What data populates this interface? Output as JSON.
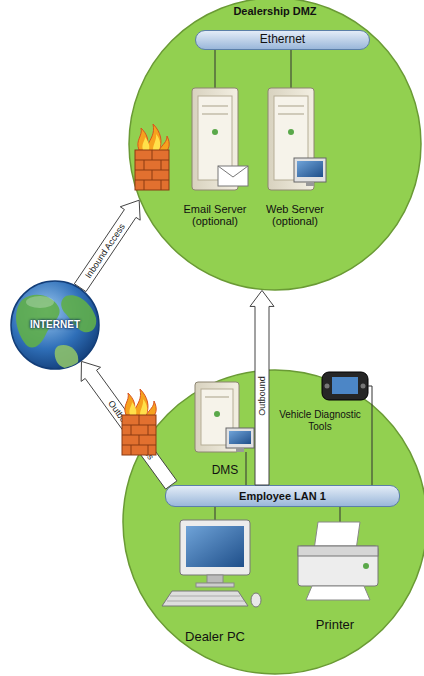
{
  "diagram": {
    "nodes": [
      {
        "text": [
          "Dealership DMZ"
        ]
      },
      {
        "text": [
          "Ethernet"
        ],
        "in": 0
      },
      {
        "text": [
          "Email Server (optional)"
        ],
        "in": 0
      },
      {
        "text": [
          "Web Server (optional)"
        ],
        "in": 0
      },
      {
        "text": [
          "INTERNET"
        ]
      },
      {
        "text": [
          "DMS"
        ]
      },
      {
        "text": [
          "Vehicle Diagnostic Tools"
        ]
      },
      {
        "text": [
          "Employee LAN 1"
        ]
      },
      {
        "text": [
          "Dealer PC"
        ]
      },
      {
        "text": [
          "Printer"
        ]
      }
    ],
    "edges": [
      {
        "from": 4,
        "to": 0,
        "label": "Inbound Access",
        "arrow": "to"
      },
      {
        "from": 7,
        "to": 0,
        "label": "Outbound",
        "arrow": "to"
      },
      {
        "from": 7,
        "to": 4,
        "label": "Outbound Access",
        "arrow": "to"
      }
    ]
  }
}
